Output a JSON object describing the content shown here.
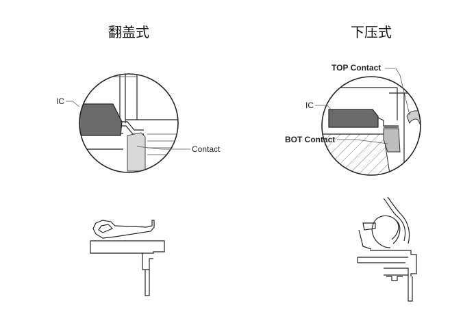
{
  "left_panel": {
    "title": "翻盖式",
    "labels": {
      "ic": "IC",
      "contact": "Contact"
    }
  },
  "right_panel": {
    "title": "下压式",
    "labels": {
      "top_contact": "TOP Contact",
      "ic": "IC",
      "bot_contact": "BOT Contact"
    }
  },
  "colors": {
    "ic_body": "#6b6b6b",
    "contact_fill": "#d9d9d9",
    "outline": "#222222"
  }
}
